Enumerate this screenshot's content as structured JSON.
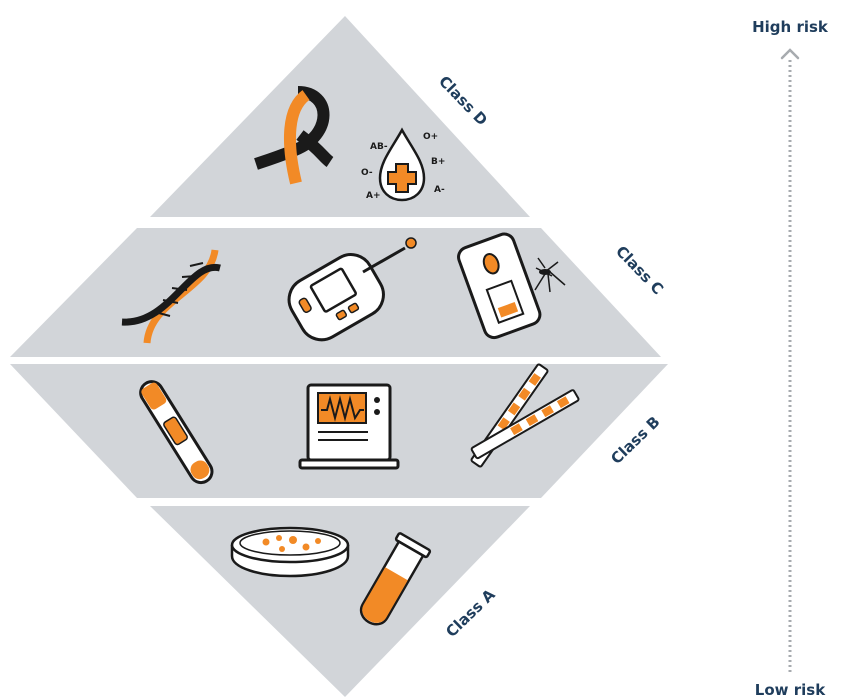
{
  "classes": [
    {
      "name": "Class D",
      "icons": [
        "awareness-ribbon-icon",
        "blood-drop-icon"
      ]
    },
    {
      "name": "Class C",
      "icons": [
        "dna-icon",
        "glucose-meter-icon",
        "mosquito-test-icon"
      ]
    },
    {
      "name": "Class B",
      "icons": [
        "pregnancy-test-icon",
        "monitor-icon",
        "test-strips-icon"
      ]
    },
    {
      "name": "Class A",
      "icons": [
        "petri-dish-icon",
        "test-tube-icon"
      ]
    }
  ],
  "risk_axis": {
    "high": "High risk",
    "low": "Low risk"
  },
  "blood_types": [
    "AB-",
    "O+",
    "O-",
    "B+",
    "A+",
    "A-"
  ],
  "colors": {
    "band": "#d2d5d9",
    "accent": "#f28a26",
    "ink": "#1a1a1a",
    "label": "#1f3d5c",
    "axis": "#a7abaf"
  }
}
